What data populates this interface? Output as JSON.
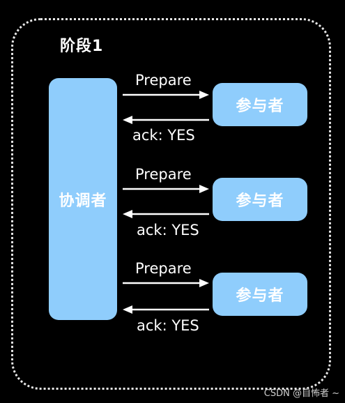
{
  "diagram": {
    "stage_title": "阶段1",
    "coordinator_label": "协调者",
    "participants": [
      {
        "label": "参与者",
        "request": "Prepare",
        "response": "ack: YES"
      },
      {
        "label": "参与者",
        "request": "Prepare",
        "response": "ack: YES"
      },
      {
        "label": "参与者",
        "request": "Prepare",
        "response": "ack: YES"
      }
    ]
  },
  "watermark": "CSDN @自怖者 ~",
  "colors": {
    "background": "#000000",
    "box_fill": "#8fcdfc",
    "text": "#ffffff",
    "border": "#e8e8e8"
  }
}
